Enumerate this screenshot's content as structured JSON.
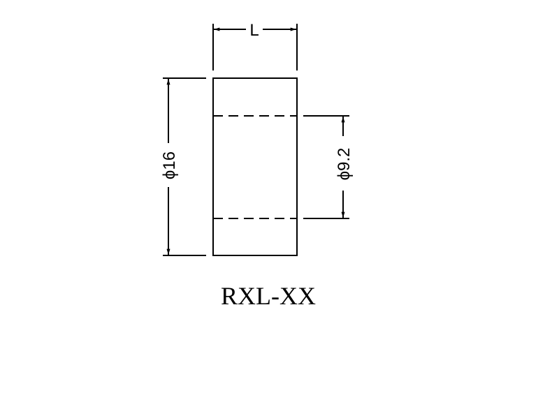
{
  "drawing": {
    "length_label": "L",
    "outer_diameter_label": "ϕ16",
    "inner_diameter_label": "ϕ9.2",
    "part_number": "RXL-XX"
  },
  "colors": {
    "line": "#000000",
    "background": "#ffffff"
  }
}
